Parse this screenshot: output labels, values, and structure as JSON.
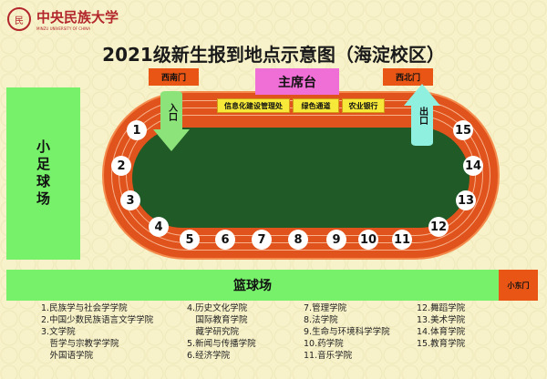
{
  "logo": {
    "name": "中央民族大学",
    "subtitle": "MINZU UNIVERSITY OF CHINA"
  },
  "title": "2021级新生报到地点示意图（海淀校区）",
  "gates": {
    "southwest": "西南门",
    "northwest": "西北门",
    "east_small": "小东门"
  },
  "main_stand": "主席台",
  "entrance": "入口",
  "exit": "出口",
  "booths": [
    "信息化建设管理处",
    "绿色通道",
    "农业银行"
  ],
  "football_field": "小足球场",
  "basketball_court": "篮球场",
  "markers": [
    "1",
    "2",
    "3",
    "4",
    "5",
    "6",
    "7",
    "8",
    "9",
    "10",
    "11",
    "12",
    "13",
    "14",
    "15"
  ],
  "colleges": [
    [
      "1.民族学与社会学学院",
      "2.中国少数民族语言文学学院",
      "3.文学院",
      "　哲学与宗教学学院",
      "　外国语学院"
    ],
    [
      "4.历史文化学院",
      "　国际教育学院",
      "　藏学研究院",
      "5.新闻与传播学院",
      "6.经济学院"
    ],
    [
      "7.管理学院",
      "8.法学院",
      "9.生命与环境科学学院",
      "10.药学院",
      "11.音乐学院"
    ],
    [
      "12.舞蹈学院",
      "13.美术学院",
      "14.体育学院",
      "15.教育学院"
    ]
  ],
  "colors": {
    "track": "#e0531c",
    "field": "#1f5a27",
    "green_area": "#77f06a",
    "gate": "#e85514",
    "main_stand": "#f06fd6",
    "booth": "#f6e93a",
    "entrance": "#8be37a",
    "exit": "#8ff0e0"
  }
}
